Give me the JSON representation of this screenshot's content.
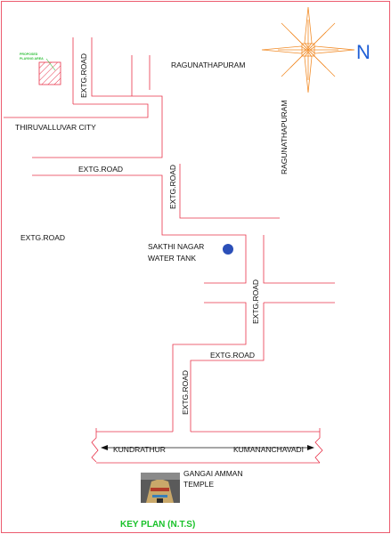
{
  "map": {
    "proposed_area_label_line1": "PROPOSED",
    "proposed_area_label_line2": "PLAYING AREA",
    "areas": {
      "ragunathapuram_horizontal": "RAGUNATHAPURAM",
      "ragunathapuram_vertical": "RAGUNATHAPURAM",
      "thiruvalluvar_city": "THIRUVALLUVAR CITY"
    },
    "roads": {
      "extg_road_top_vertical": "EXTG.ROAD",
      "extg_road_horizontal_1": "EXTG.ROAD",
      "extg_road_vertical_2": "EXTG.ROAD",
      "extg_road_left": "EXTG.ROAD",
      "extg_road_vertical_3": "EXTG.ROAD",
      "extg_road_horizontal_2": "EXTG.ROAD",
      "extg_road_vertical_4": "EXTG.ROAD"
    },
    "landmarks": {
      "water_tank_line1": "SAKTHI NAGAR",
      "water_tank_line2": "WATER TANK",
      "temple_line1": "GANGAI AMMAN",
      "temple_line2": "TEMPLE",
      "kundrathur": "KUNDRATHUR",
      "kumananchavadi": "KUMANANCHAVADI"
    },
    "north_label": "N",
    "key_plan_title": "KEY PLAN (N.T.S)",
    "colors": {
      "road": "#e8334a",
      "hatch": "#e8334a",
      "proposed_label": "#2fbf3a",
      "water_tank": "#2b4fb8",
      "north": "#1f5fd6",
      "compass": "#f28c28",
      "key_plan": "#19c22a"
    }
  }
}
